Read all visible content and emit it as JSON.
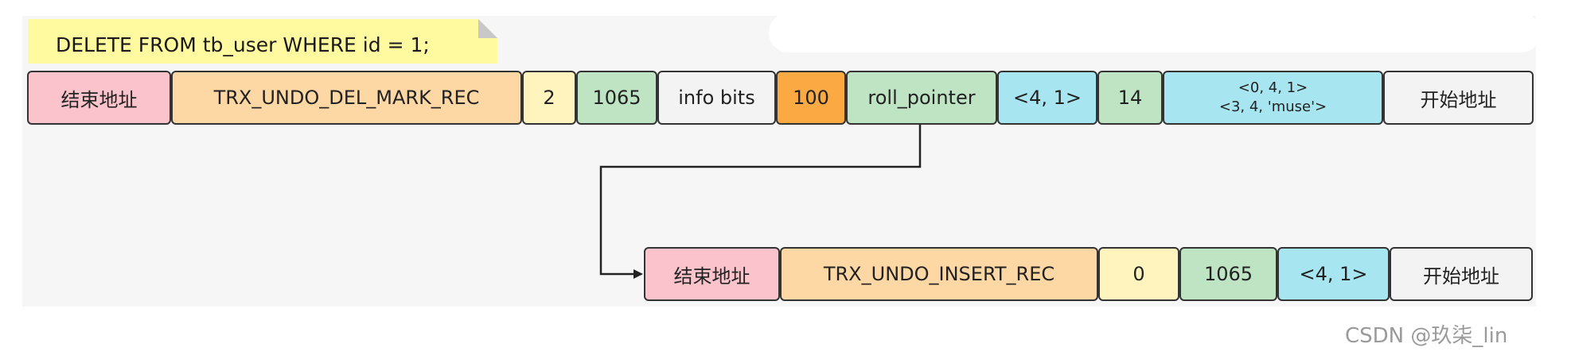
{
  "note": {
    "sql": "DELETE FROM tb_user WHERE id = 1;"
  },
  "delete_record": {
    "cells": [
      {
        "name": "end-address-cell",
        "lines": [
          "结束地址"
        ],
        "color": "#fbc4cc"
      },
      {
        "name": "undo-type-cell",
        "lines": [
          "TRX_UNDO_DEL_MARK_REC"
        ],
        "color": "#fdd7a4"
      },
      {
        "name": "undo-no-cell",
        "lines": [
          "2"
        ],
        "color": "#fff4bd"
      },
      {
        "name": "table-id-cell",
        "lines": [
          "1065"
        ],
        "color": "#bfe4c4"
      },
      {
        "name": "info-bits-cell",
        "lines": [
          "info bits"
        ],
        "color": "#f3f3f3"
      },
      {
        "name": "trx-id-cell",
        "lines": [
          "100"
        ],
        "color": "#fba942"
      },
      {
        "name": "roll-pointer-cell",
        "lines": [
          "roll_pointer"
        ],
        "color": "#bfe4c4"
      },
      {
        "name": "primary-key-cell",
        "lines": [
          "<4, 1>"
        ],
        "color": "#a7e6f0"
      },
      {
        "name": "index-list-size-cell",
        "lines": [
          "14"
        ],
        "color": "#bfe4c4"
      },
      {
        "name": "index-list-cell",
        "lines": [
          "<0, 4, 1>",
          "<3, 4, 'muse'>"
        ],
        "color": "#a7e6f0"
      },
      {
        "name": "start-address-cell",
        "lines": [
          "开始地址"
        ],
        "color": "#f3f3f3"
      }
    ]
  },
  "insert_record": {
    "cells": [
      {
        "name": "end-address-cell",
        "lines": [
          "结束地址"
        ],
        "color": "#fbc4cc"
      },
      {
        "name": "undo-type-cell",
        "lines": [
          "TRX_UNDO_INSERT_REC"
        ],
        "color": "#fdd7a4"
      },
      {
        "name": "undo-no-cell",
        "lines": [
          "0"
        ],
        "color": "#fff4bd"
      },
      {
        "name": "table-id-cell",
        "lines": [
          "1065"
        ],
        "color": "#bfe4c4"
      },
      {
        "name": "primary-key-cell",
        "lines": [
          "<4, 1>"
        ],
        "color": "#a7e6f0"
      },
      {
        "name": "start-address-cell",
        "lines": [
          "开始地址"
        ],
        "color": "#f3f3f3"
      }
    ]
  },
  "watermark": "CSDN @玖柒_lin"
}
